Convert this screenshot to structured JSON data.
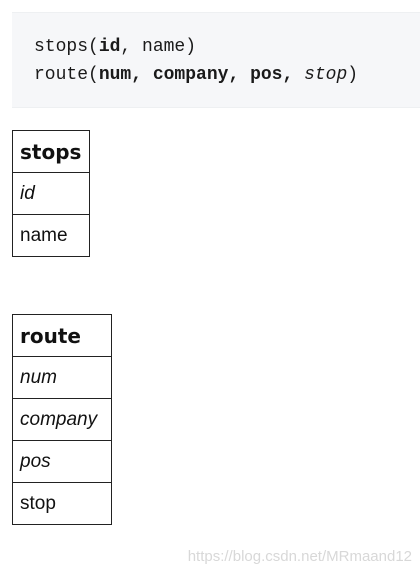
{
  "code": {
    "line1": {
      "fn": "stops(",
      "key": "id",
      "sep": ", ",
      "rest": "name)"
    },
    "line2": {
      "fn": "route(",
      "k1": "num",
      "s1": ", ",
      "k2": "company",
      "s2": ", ",
      "k3": "pos",
      "s3": ", ",
      "attr": "stop",
      "close": ")"
    }
  },
  "tables": {
    "stops": {
      "header": "stops",
      "rows": [
        "id",
        "name"
      ]
    },
    "route": {
      "header": "route",
      "rows": [
        "num",
        "company",
        "pos",
        "stop"
      ]
    }
  },
  "watermark": "https://blog.csdn.net/MRmaand12"
}
